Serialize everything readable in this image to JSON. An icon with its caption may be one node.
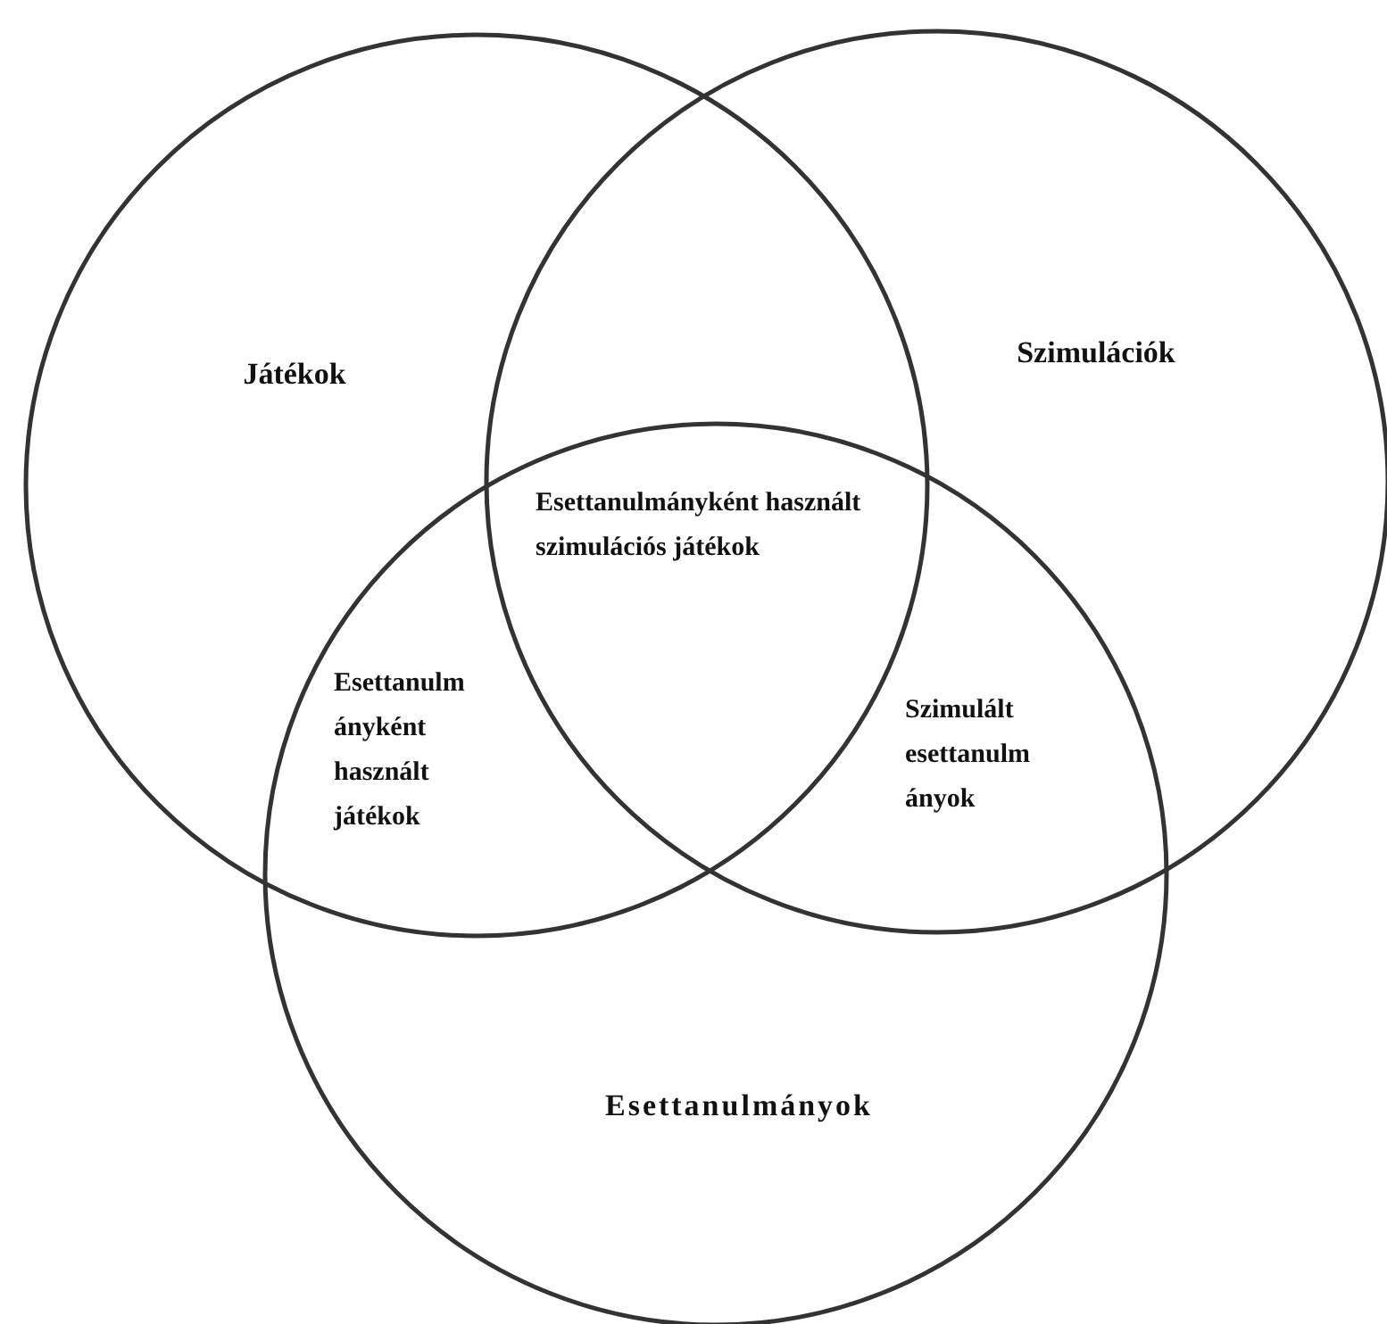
{
  "diagram": {
    "nodes": [
      {
        "text": [
          "Játékok"
        ]
      },
      {
        "text": [
          "Szimulációk"
        ]
      },
      {
        "text": [
          "Esettanulmányok"
        ]
      }
    ],
    "labels": [
      "Esettanulmányként használt szimulációs játékok",
      "Esettanulm ányként használt játékok",
      "Szimulált esettanulm ányok"
    ]
  }
}
